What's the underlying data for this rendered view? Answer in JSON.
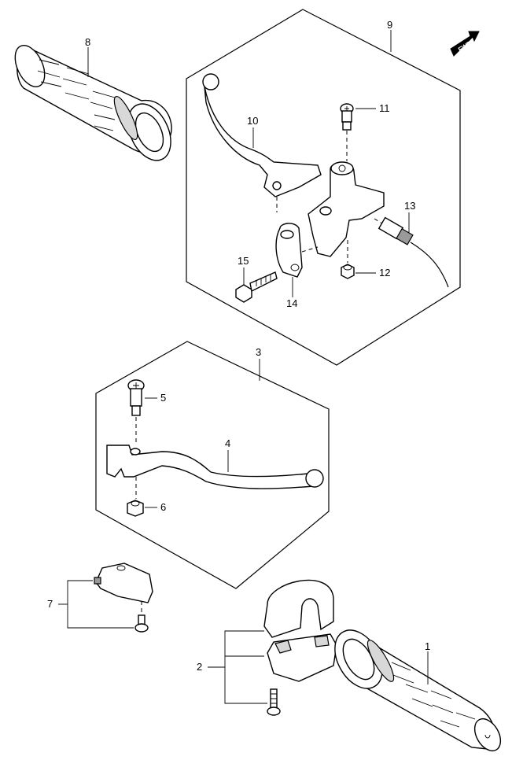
{
  "diagram": {
    "fwd_label": "FWD",
    "callouts": {
      "c1": "1",
      "c2": "2",
      "c3": "3",
      "c4": "4",
      "c5": "5",
      "c6": "6",
      "c7": "7",
      "c8": "8",
      "c9": "9",
      "c10": "10",
      "c11": "11",
      "c12": "12",
      "c13": "13",
      "c14": "14",
      "c15": "15"
    }
  }
}
